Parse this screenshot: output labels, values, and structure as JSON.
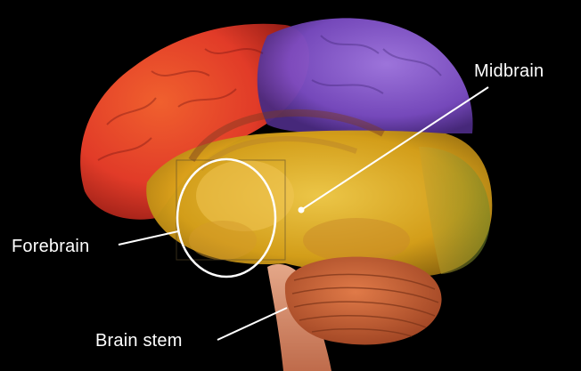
{
  "labels": {
    "midbrain": "Midbrain",
    "forebrain": "Forebrain",
    "brain_stem": "Brain stem"
  },
  "colors": {
    "background": "#000000",
    "frontal_region": "#e8412a",
    "parietal_region": "#8a5bd6",
    "temporal_occipital_region": "#d9a21a",
    "cerebellum": "#c8643a",
    "brain_stem": "#e39a7a",
    "annotation": "#ffffff"
  }
}
